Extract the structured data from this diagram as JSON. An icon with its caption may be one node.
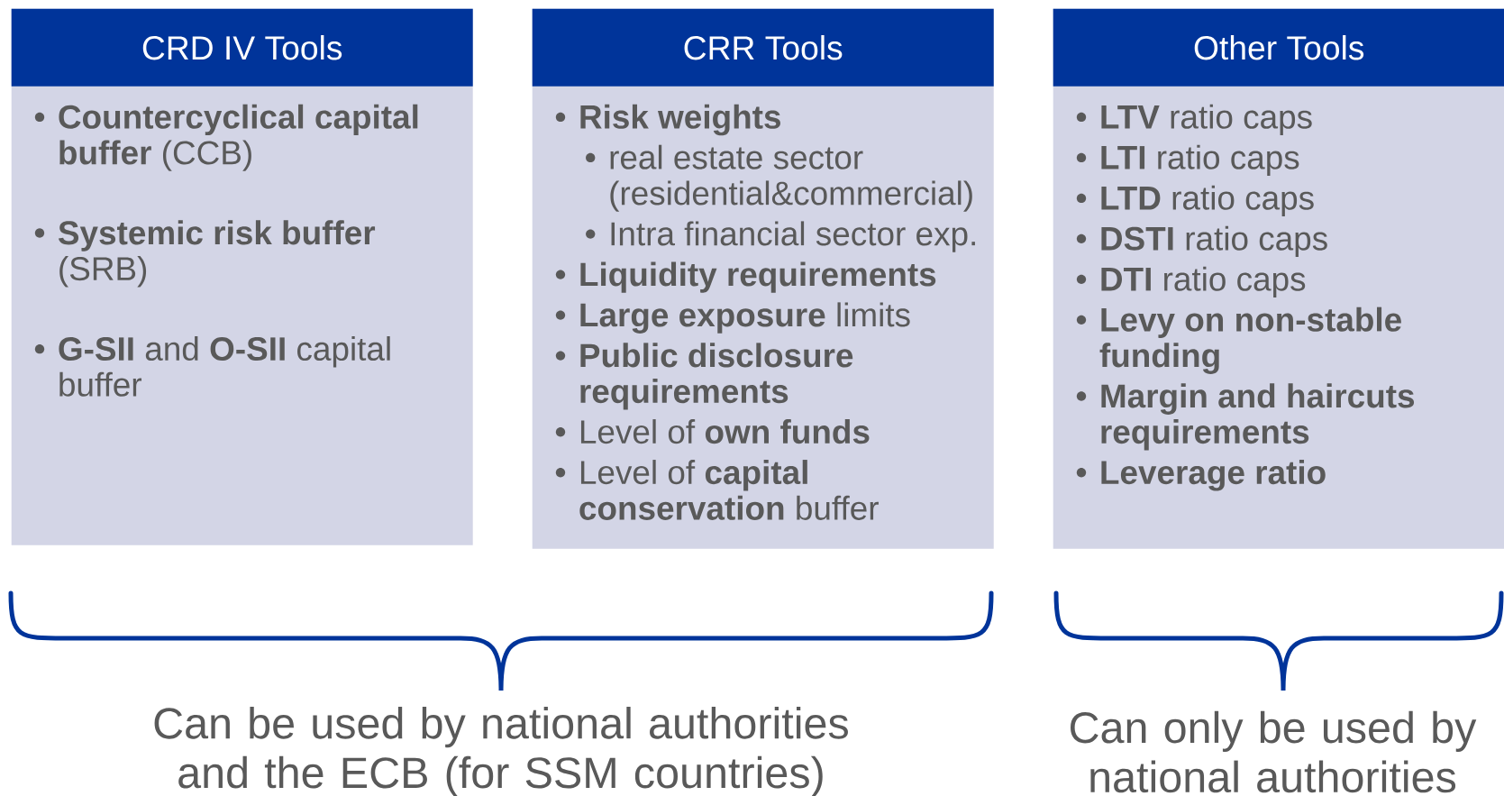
{
  "diagram": {
    "nodes": [
      {
        "text": [
          "CRD IV Tools",
          "**Countercyclical capital buffer** (CCB)",
          "**Systemic risk buffer** (SRB)",
          "**G-SII** and **O-SII** capital buffer"
        ]
      },
      {
        "text": [
          "CRR Tools",
          "**Risk weights**",
          "real estate sector (residential&commercial)",
          "Intra financial sector exp.",
          "**Liquidity requirements**",
          "**Large exposure** limits",
          "**Public disclosure requirements**",
          "Level of **own funds**",
          "Level of **capital conservation** buffer"
        ]
      },
      {
        "text": [
          "Other Tools",
          "**LTV** ratio caps",
          "**LTI** ratio caps",
          "**LTD** ratio caps",
          "**DSTI** ratio caps",
          "**DTI** ratio caps",
          "**Levy on non-stable funding**",
          "**Margin and haircuts requirements**",
          "**Leverage ratio**"
        ]
      }
    ],
    "labels": [
      "Can be used by national authorities and the ECB (for SSM countries)",
      "Can only be used by national authorities"
    ]
  }
}
